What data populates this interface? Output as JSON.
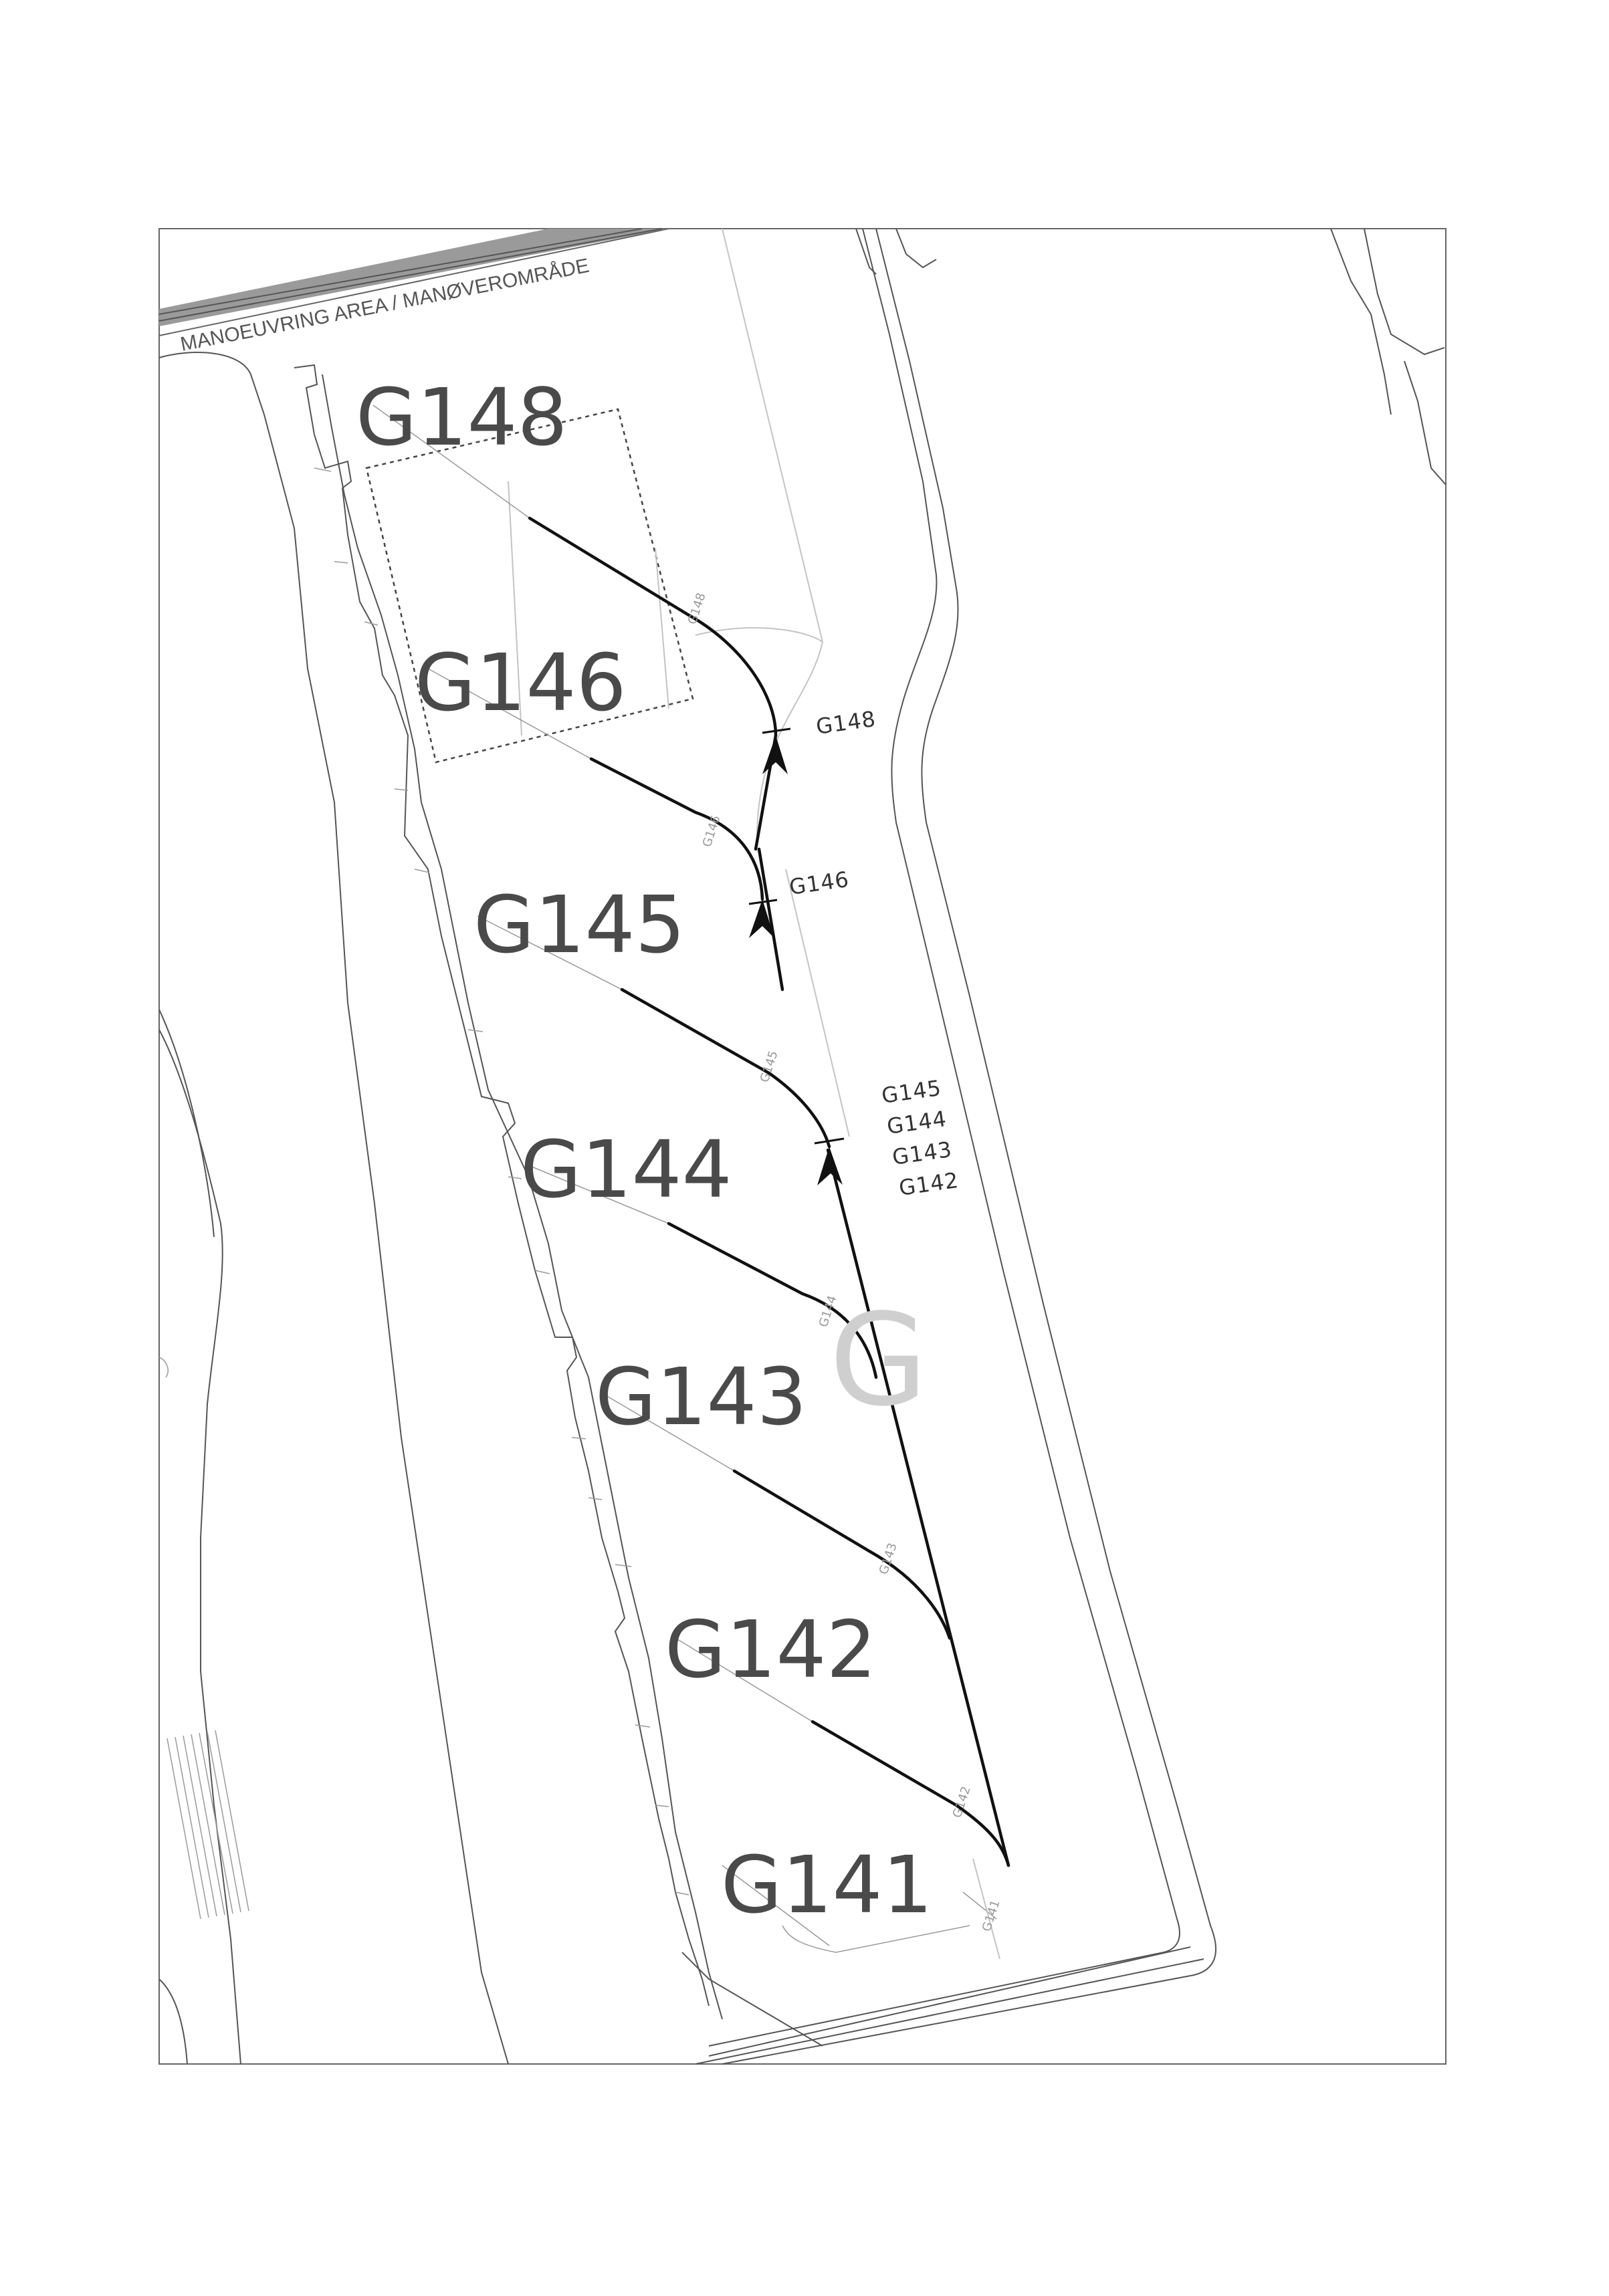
{
  "area_label": "MANOEUVRING AREA / MANØVEROMRÅDE",
  "apron_letter": "G",
  "stands": [
    {
      "id": "G148",
      "label": "G148"
    },
    {
      "id": "G146",
      "label": "G146"
    },
    {
      "id": "G145",
      "label": "G145"
    },
    {
      "id": "G144",
      "label": "G144"
    },
    {
      "id": "G143",
      "label": "G143"
    },
    {
      "id": "G142",
      "label": "G142"
    },
    {
      "id": "G141",
      "label": "G141"
    }
  ],
  "route_labels": {
    "g148": "G148",
    "g146": "G146",
    "group": [
      "G145",
      "G144",
      "G143",
      "G142"
    ]
  },
  "small_markers": [
    "G148",
    "G146",
    "G145",
    "G144",
    "G143",
    "G142",
    "G141"
  ],
  "colors": {
    "linework": "#555555",
    "route": "#111111",
    "stand_text": "#4a4a4a",
    "apron_letter": "#cfcfcf"
  }
}
